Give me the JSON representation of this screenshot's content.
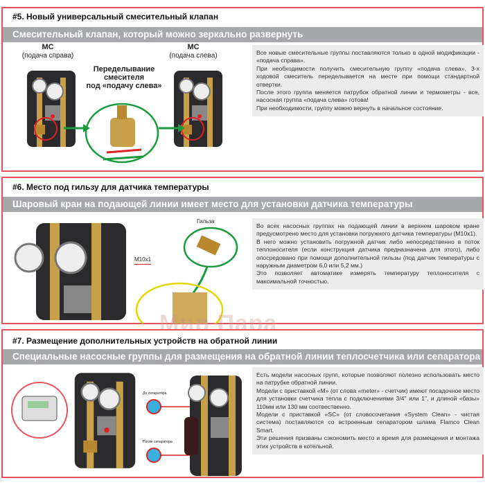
{
  "section5": {
    "title": "#5. Новый универсальный смесительный клапан",
    "subtitle": "Смесительный клапан, который можно зеркально развернуть",
    "left_label_title": "МС",
    "left_label_sub": "(подача справа)",
    "right_label_title": "МС",
    "right_label_sub": "(подача слева)",
    "center_label": [
      "Переделывание",
      "смесителя",
      "под «подачу слева»"
    ],
    "paragraphs": [
      "Все новые смесительные группы поставляются только в одной модификации - «подача справа».",
      "При необходимости получить смесительную группу «подача слева», 3-х ходовой смеситель переделывается на месте при помощи стандартной отвертки.",
      "После этого группа меняется патрубок обратной линии и термометры - все, насосная группа «подача слева» готова!",
      "При необходимости, группу можно вернуть в начальное состояние."
    ]
  },
  "section6": {
    "title": "#6. Место под гильзу для датчика температуры",
    "subtitle": "Шаровый кран на подающей линии  имеет место для установки датчика температуры",
    "label_sleeve": "Гильза",
    "label_thread": "M10x1",
    "paragraphs": [
      "Во всех насосных группах на подающей линии в верхнем шаровом кране предусмотрено место для установки погружного датчика температуры (M10x1).",
      "В него можно установить погружной датчик либо непосредственно в поток теплоносителя (если конструкция датчика предназначена для этого), либо опосредовано при помощи дополнительной гильзы (под датчик температуры с наружным диаметром 6,0 или 5,2 мм.)",
      "Это позволяет автоматике измерять температуру теплоносителя с максимальной точностью."
    ]
  },
  "section7": {
    "title": "#7. Размещение дополнительных устройств на обратной линии",
    "subtitle": "Специальные насосные группы для размещения на обратной линии теплосчетчика или сепаратора",
    "label_before": "До сепаратора",
    "label_after": "После сепаратора",
    "paragraphs": [
      "Есть модели насосных групп, которые позволяют полезно использовать место на патрубке обратной линии.",
      "Модели с приставкой «М» (от слова «meter» - счетчик) имеют посадочное место для установки счетчика тепла с подключениями 3/4\" или 1\", и длиной «базы» 110мм или 130 мм соотвественно.",
      "Модели с приставкой «SC» (от словосочетания «System Clean» - чистая система) поставляются со встроенным сепаратором шлама Flamco Clean Smart.",
      "Эти решения призваны сэкономить место и время для размещения и монтажа этих устройств в котельной."
    ]
  },
  "watermark": "Мир Пара",
  "colors": {
    "border": "#e8525c",
    "bar": "#a7a8ab",
    "panel": "#ececec",
    "green": "#1a9a3c"
  }
}
